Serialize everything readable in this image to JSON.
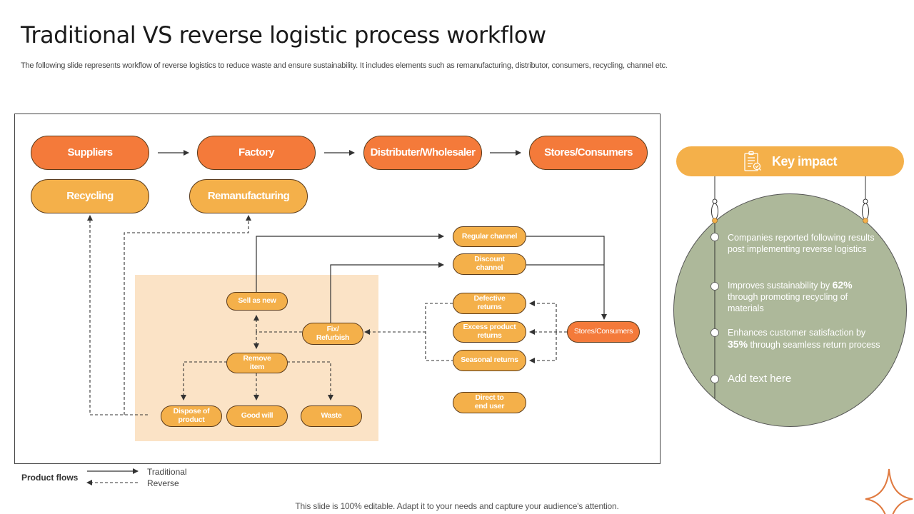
{
  "header": {
    "title": "Traditional VS reverse logistic process workflow",
    "subtitle": "The following slide represents workflow of reverse logistics to reduce waste and ensure sustainability. It includes elements such as remanufacturing, distributor, consumers, recycling, channel etc."
  },
  "colors": {
    "primary_orange": "#f47a3a",
    "light_orange": "#f4b04a",
    "reverse_zone": "#fbe3c6",
    "impact_circle": "#adb89a"
  },
  "diagram": {
    "traditional_chain": [
      {
        "label": "Suppliers"
      },
      {
        "label": "Factory"
      },
      {
        "label": "Distributer/Wholesaler"
      },
      {
        "label": "Stores/Consumers"
      }
    ],
    "reverse_targets": [
      {
        "label": "Recycling"
      },
      {
        "label": "Remanufacturing"
      }
    ],
    "channels": [
      {
        "label": "Regular channel"
      },
      {
        "label": "Discount channel"
      }
    ],
    "returns": [
      {
        "label": "Defective returns"
      },
      {
        "label": "Excess product returns"
      },
      {
        "label": "Seasonal returns"
      }
    ],
    "direct": {
      "label": "Direct to end user"
    },
    "stores_consumers": {
      "label": "Stores/Consumers"
    },
    "processing": {
      "sell_as_new": "Sell as new",
      "fix_refurbish": "Fix/ Refurbish",
      "remove_item": "Remove item",
      "dispose": "Dispose of product",
      "good_will": "Good will",
      "waste": "Waste"
    }
  },
  "legend": {
    "label": "Product flows",
    "traditional": "Traditional",
    "reverse": "Reverse"
  },
  "key_impact": {
    "title": "Key impact",
    "icon": "clipboard-check-icon",
    "items": [
      {
        "pre": "Companies reported following results post implementing reverse logistics",
        "bold": "",
        "post": ""
      },
      {
        "pre": "Improves sustainability by ",
        "bold": "62%",
        "post": " through promoting recycling of materials"
      },
      {
        "pre": "Enhances customer satisfaction by ",
        "bold": "35%",
        "post": " through seamless return process"
      },
      {
        "pre": "Add text here",
        "bold": "",
        "post": ""
      }
    ]
  },
  "footer": {
    "note": "This slide is 100% editable. Adapt it to your needs and capture your audience's attention."
  }
}
